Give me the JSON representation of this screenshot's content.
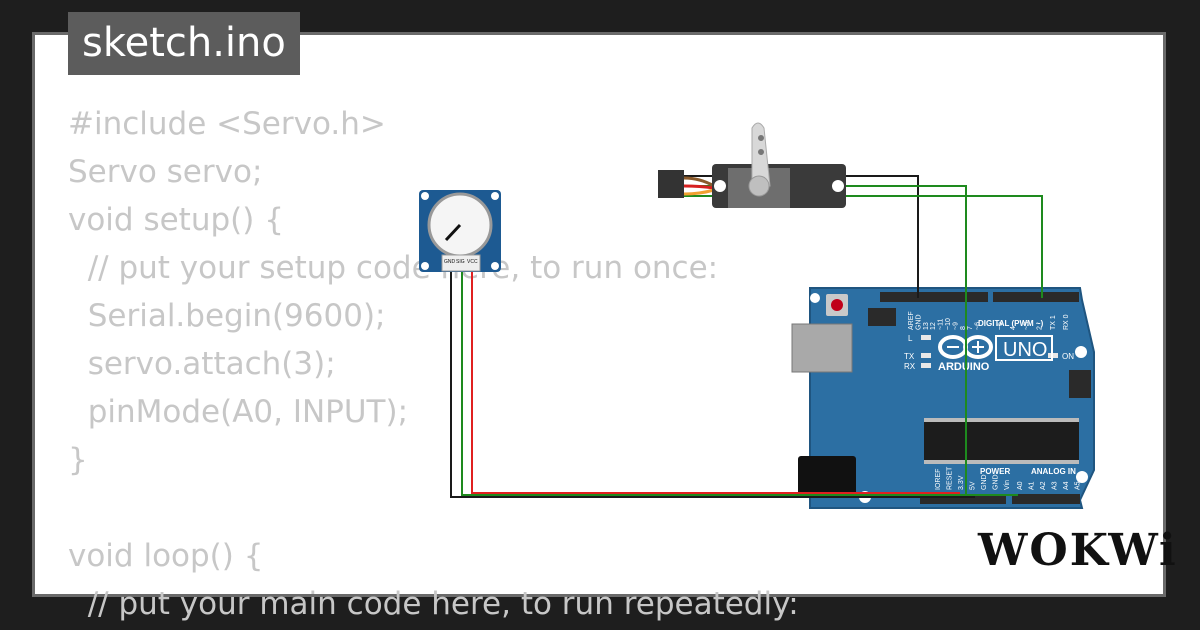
{
  "file": {
    "name": "sketch.ino"
  },
  "code": {
    "lines": [
      "#include <Servo.h>",
      "Servo servo;",
      "void setup() {",
      "  // put your setup code here, to run once:",
      "  Serial.begin(9600);",
      "  servo.attach(3);",
      "  pinMode(A0, INPUT);",
      "}",
      "",
      "void loop() {",
      "  // put your main code here, to run repeatedly:"
    ]
  },
  "potentiometer": {
    "pins": [
      "GND",
      "SIG",
      "VCC"
    ]
  },
  "arduino": {
    "brand": "ARDUINO",
    "model": "UNO",
    "digital_label": "DIGITAL (PWM ~)",
    "power_label": "POWER",
    "analog_label": "ANALOG IN",
    "on_label": "ON",
    "led_labels": [
      "L",
      "TX",
      "RX"
    ],
    "digital_pins": [
      "AREF",
      "GND",
      "13",
      "12",
      "~11",
      "~10",
      "~9",
      "8",
      "7",
      "~6",
      "~5",
      "4",
      "~3",
      "2",
      "TX 1",
      "RX 0"
    ],
    "power_pins": [
      "IOREF",
      "RESET",
      "3.3V",
      "5V",
      "GND",
      "GND",
      "Vin"
    ],
    "analog_pins": [
      "A0",
      "A1",
      "A2",
      "A3",
      "A4",
      "A5"
    ]
  },
  "colors": {
    "wire_black": "#1a1a1a",
    "wire_green": "#1e8a1e",
    "wire_red": "#e02020",
    "board": "#2c6fa3"
  },
  "brand": {
    "logo": "WOKWi"
  }
}
